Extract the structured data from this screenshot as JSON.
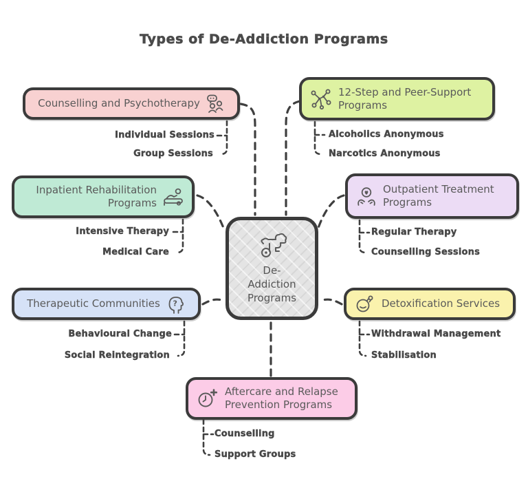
{
  "title": "Types of De-Addiction Programs",
  "colors": {
    "border": "#3b3b3b",
    "connector": "#3f3f3f",
    "title_text": "#4a4a4a",
    "node_text": "#5a5a5a",
    "sub_text": "#474747",
    "center_bg": "#e4e4e4",
    "counselling_bg": "#f8d1d1",
    "twelve_step_bg": "#def2a2",
    "inpatient_bg": "#bfead5",
    "outpatient_bg": "#ecdcf5",
    "therapeutic_bg": "#d6e2f7",
    "detox_bg": "#faf2ad",
    "aftercare_bg": "#fccce7"
  },
  "center": {
    "label": "De-Addiction Programs",
    "lines": [
      "De-",
      "Addiction",
      "Programs"
    ],
    "icon": "dog-icon",
    "color": "#e4e4e4"
  },
  "branches": [
    {
      "label": "Counselling and Psychotherapy",
      "icon": "people-chat-icon",
      "color": "#f8d1d1",
      "children": [
        "Individual Sessions",
        "Group Sessions"
      ]
    },
    {
      "label": "12-Step and Peer-Support Programs",
      "icon": "network-icon",
      "color": "#def2a2",
      "children": [
        "Alcoholics Anonymous",
        "Narcotics Anonymous"
      ]
    },
    {
      "label": "Inpatient Rehabilitation Programs",
      "icon": "patient-bed-icon",
      "color": "#bfead5",
      "children": [
        "Intensive Therapy",
        "Medical Care"
      ]
    },
    {
      "label": "Outpatient Treatment Programs",
      "icon": "hands-heart-icon",
      "color": "#ecdcf5",
      "children": [
        "Regular Therapy",
        "Counselling Sessions"
      ]
    },
    {
      "label": "Therapeutic Communities",
      "icon": "head-question-icon",
      "color": "#d6e2f7",
      "children": [
        "Behavioural Change",
        "Social Reintegration"
      ]
    },
    {
      "label": "Detoxification Services",
      "icon": "flask-icon",
      "color": "#faf2ad",
      "children": [
        "Withdrawal Management",
        "Stabilisation"
      ]
    },
    {
      "label": "Aftercare and Relapse Prevention Programs",
      "icon": "clock-plus-icon",
      "color": "#fccce7",
      "children": [
        "Counselling",
        "Support Groups"
      ]
    }
  ]
}
